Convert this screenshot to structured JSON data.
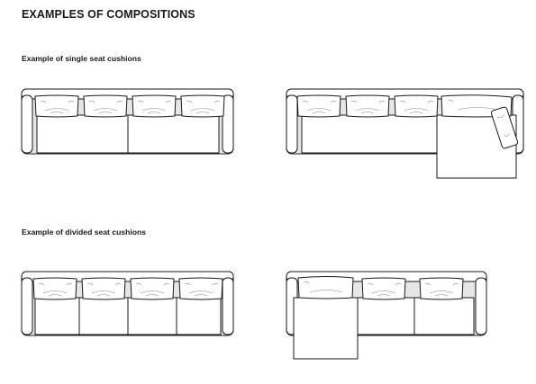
{
  "page": {
    "title": "EXAMPLES OF COMPOSITIONS"
  },
  "sections": [
    {
      "heading": "Example of single seat cushions"
    },
    {
      "heading": "Example of divided seat cushions"
    }
  ],
  "illustrations": [
    {
      "section": 0,
      "position": "left",
      "layout": "straight sofa",
      "back_cushions": 4,
      "seat_cushions": 2
    },
    {
      "section": 0,
      "position": "right",
      "layout": "corner sofa with chaise on right",
      "back_cushions": 4,
      "seat_cushions": 2
    },
    {
      "section": 1,
      "position": "left",
      "layout": "straight sofa",
      "back_cushions": 4,
      "seat_cushions": 4
    },
    {
      "section": 1,
      "position": "right",
      "layout": "corner sofa with chaise on left",
      "back_cushions": 3,
      "seat_cushions": 3
    }
  ],
  "colors": {
    "line": "#1a1a1a",
    "shade": "#e6e6e6",
    "background": "#ffffff"
  }
}
